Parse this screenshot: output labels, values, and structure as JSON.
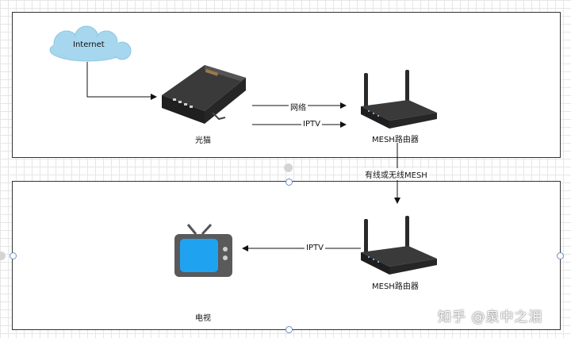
{
  "nodes": {
    "cloud": "Internet",
    "modem": "光猫",
    "router_top": "MESH路由器",
    "router_bottom": "MESH路由器",
    "tv": "电视"
  },
  "edges": {
    "net": "网络",
    "iptv_top": "IPTV",
    "mesh_link": "有线或无线MESH",
    "iptv_bottom": "IPTV"
  },
  "watermark": "知乎 @泉中之泪",
  "colors": {
    "cloud": "#a7d7ee",
    "tv_screen": "#1fa3f0",
    "device_dark": "#2f2f2f"
  }
}
